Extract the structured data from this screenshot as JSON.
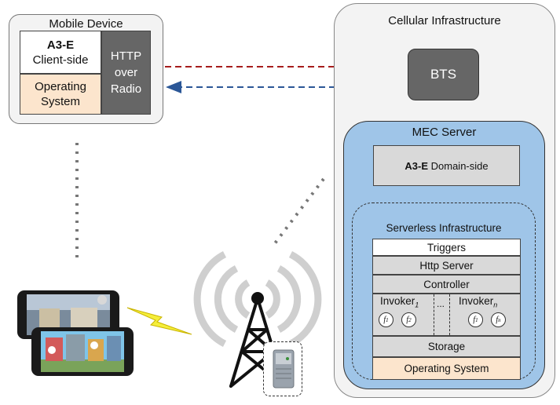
{
  "mobile_device": {
    "title": "Mobile Device",
    "client_bold": "A3-E",
    "client_text": "Client-side",
    "os_line1": "Operating",
    "os_line2": "System",
    "http_line1": "HTTP",
    "http_line2": "over",
    "http_line3": "Radio"
  },
  "cellular": {
    "title": "Cellular Infrastructure",
    "bts": "BTS"
  },
  "mec": {
    "title": "MEC Server",
    "domain_bold": "A3-E",
    "domain_text": "Domain-side",
    "serverless": {
      "title": "Serverless Infrastructure",
      "triggers": "Triggers",
      "http_server": "Http Server",
      "controller": "Controller",
      "invoker1_name": "Invoker",
      "invoker1_sub": "1",
      "invoker_ellipsis": "...",
      "invokern_name": "Invoker",
      "invokern_sub": "n",
      "fn_name": "f",
      "fn_sub_1": "1",
      "fn_sub_2": "2",
      "fn_sub_n": "n",
      "storage": "Storage",
      "operating_system": "Operating System"
    }
  },
  "colors": {
    "request_arrow": "#a61c1c",
    "response_arrow": "#2b5797",
    "mec_fill": "#9fc5e8",
    "os_fill": "#fce5cd",
    "dark_box": "#666666"
  }
}
